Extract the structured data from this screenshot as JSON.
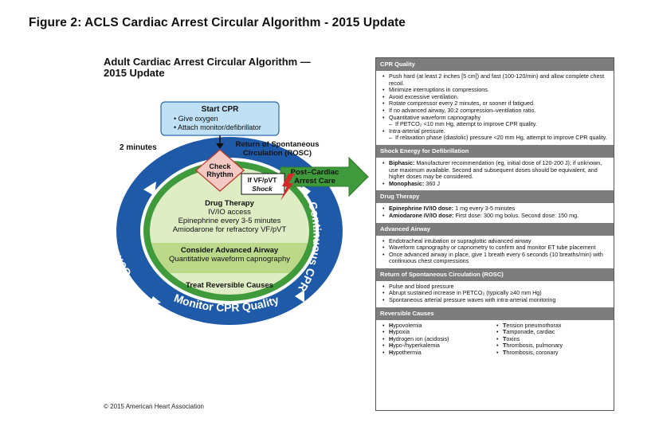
{
  "figure_title": "Figure 2: ACLS Cardiac Arrest Circular Algorithm - 2015 Update",
  "algorithm_title_line1": "Adult Cardiac Arrest Circular Algorithm —",
  "algorithm_title_line2": "2015 Update",
  "copyright": "© 2015 American Heart Association",
  "diagram": {
    "start_cpr": {
      "title": "Start CPR",
      "items": [
        "• Give oxygen",
        "• Attach monitor/defibrillator"
      ]
    },
    "two_minutes": "2 minutes",
    "check_rhythm": [
      "Check",
      "Rhythm"
    ],
    "rosc_label": [
      "Return of Spontaneous",
      "Circulation (ROSC)"
    ],
    "post_arrest": [
      "Post–Cardiac",
      "Arrest Care"
    ],
    "shock_label": [
      "If VF/pVT",
      "Shock"
    ],
    "drug_therapy": [
      "Drug Therapy",
      "IV/IO access",
      "Epinephrine every 3-5 minutes",
      "Amiodarone for refractory VF/pVT"
    ],
    "airway": [
      "Consider Advanced Airway",
      "Quantitative waveform capnography"
    ],
    "reversible": "Treat Reversible Causes",
    "ring_left": "Continuous CPR",
    "ring_right": "Continuous CPR",
    "ring_bottom": "Monitor CPR Quality",
    "colors": {
      "ring": "#1f5aa8",
      "green": "#3f9a3c",
      "light_green": "#dfedc4",
      "mid_green": "#bcd98a",
      "diamond": "#f4c9c4",
      "start_box": "#bfe0f5"
    }
  },
  "panel": {
    "cpr_quality": {
      "title": "CPR Quality",
      "items": [
        {
          "t": "Push hard (at least 2 inches [5 cm]) and fast (100-120/min) and allow complete chest recoil.",
          "sub": false
        },
        {
          "t": "Minimize interruptions in compressions.",
          "sub": false
        },
        {
          "t": "Avoid excessive ventilation.",
          "sub": false
        },
        {
          "t": "Rotate compressor every 2 minutes, or sooner if fatigued.",
          "sub": false
        },
        {
          "t": "If no advanced airway, 30:2 compression–ventilation ratio.",
          "sub": false
        },
        {
          "t": "Quantitative waveform capnography",
          "sub": false
        },
        {
          "t": "If PETCO₂ <10 mm Hg, attempt to improve CPR quality.",
          "sub": true
        },
        {
          "t": "Intra-arterial pressure.",
          "sub": false
        },
        {
          "t": "If relaxation phase (diastolic) pressure <20 mm Hg, attempt to improve CPR quality.",
          "sub": true
        }
      ]
    },
    "shock_energy": {
      "title": "Shock Energy for Defibrillation",
      "items": [
        {
          "b": "Biphasic:",
          "t": " Manufacturer recommendation (eg, initial dose of 120-200 J); if unknown, use maximum available. Second and subsequent doses should be equivalent, and higher doses may be considered."
        },
        {
          "b": "Monophasic:",
          "t": " 360 J"
        }
      ]
    },
    "drug_therapy": {
      "title": "Drug Therapy",
      "items": [
        {
          "b": "Epinephrine IV/IO dose:",
          "t": " 1 mg every 3-5 minutes"
        },
        {
          "b": "Amiodarone IV/IO dose:",
          "t": " First dose: 300 mg bolus. Second dose: 150 mg."
        }
      ]
    },
    "advanced_airway": {
      "title": "Advanced Airway",
      "items": [
        "Endotracheal intubation or supraglottic advanced airway",
        "Waveform capnography or capnometry to confirm and monitor ET tube placement",
        "Once advanced airway in place, give 1 breath every 6 seconds (10 breaths/min) with continuous chest compressions"
      ]
    },
    "rosc": {
      "title": "Return of Spontaneous Circulation (ROSC)",
      "items": [
        "Pulse and blood pressure",
        "Abrupt sustained increase in PETCO₂ (typically ≥40 mm Hg)",
        "Spontaneous arterial pressure waves with intra-arterial monitoring"
      ]
    },
    "reversible_causes": {
      "title": "Reversible Causes",
      "left": [
        {
          "b": "H",
          "t": "ypovolemia"
        },
        {
          "b": "H",
          "t": "ypoxia"
        },
        {
          "b": "H",
          "t": "ydrogen ion (acidosis)"
        },
        {
          "b": "H",
          "t": "ypo-/hyperkalemia"
        },
        {
          "b": "H",
          "t": "ypothermia"
        }
      ],
      "right": [
        {
          "b": "T",
          "t": "ension pneumothorax"
        },
        {
          "b": "T",
          "t": "amponade, cardiac"
        },
        {
          "b": "T",
          "t": "oxins"
        },
        {
          "b": "T",
          "t": "hrombosis, pulmonary"
        },
        {
          "b": "T",
          "t": "hrombosis, coronary"
        }
      ]
    }
  }
}
